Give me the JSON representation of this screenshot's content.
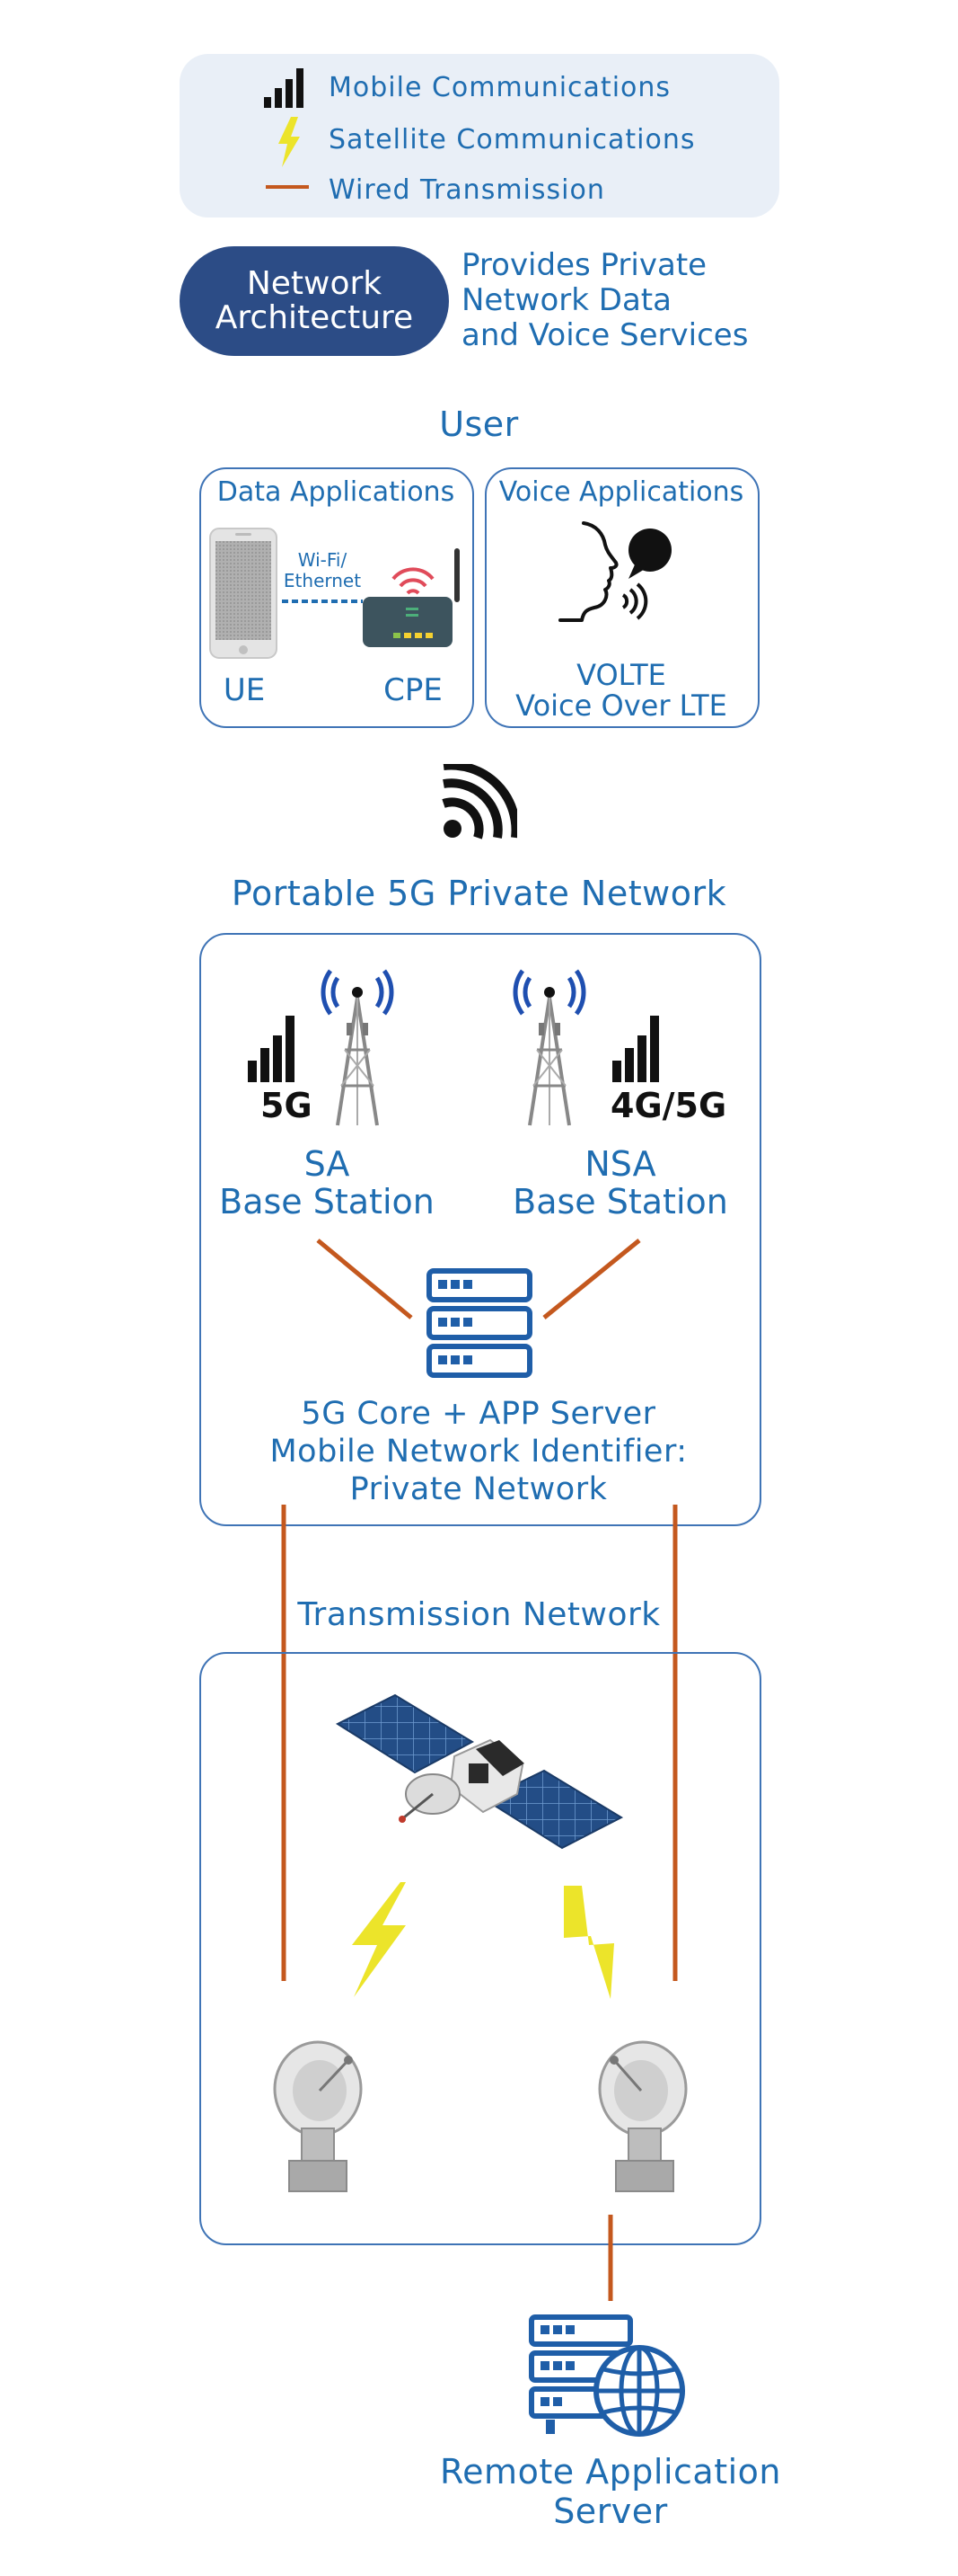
{
  "legend": {
    "items": [
      {
        "label": "Mobile Communications",
        "icon": "signal-bars-icon"
      },
      {
        "label": "Satellite Communications",
        "icon": "lightning-icon"
      },
      {
        "label": "Wired Transmission",
        "icon": "wired-line-icon"
      }
    ]
  },
  "header": {
    "pill_line1": "Network",
    "pill_line2": "Architecture",
    "desc_line1": "Provides Private",
    "desc_line2": "Network Data",
    "desc_line3": "and Voice Services"
  },
  "user": {
    "title": "User",
    "data_apps": {
      "title": "Data Applications",
      "link_line1": "Wi-Fi/",
      "link_line2": "Ethernet",
      "ue": "UE",
      "cpe": "CPE"
    },
    "voice_apps": {
      "title": "Voice Applications",
      "line1": "VOLTE",
      "line2": "Voice Over LTE"
    }
  },
  "private_network": {
    "title": "Portable 5G Private Network",
    "sa": {
      "signal": "5G",
      "line1": "SA",
      "line2": "Base Station"
    },
    "nsa": {
      "signal": "4G/5G",
      "line1": "NSA",
      "line2": "Base Station"
    },
    "core_line1": "5G Core + APP Server",
    "core_line2": "Mobile Network Identifier:",
    "core_line3": "Private Network"
  },
  "transmission": {
    "title": "Transmission Network"
  },
  "remote": {
    "line1": "Remote Application",
    "line2": "Server"
  },
  "colors": {
    "blue": "#1f6db1",
    "navy": "#2c4c86",
    "wire": "#c4581e",
    "lightning": "#ece42a",
    "legend_bg": "#e9eff7"
  }
}
